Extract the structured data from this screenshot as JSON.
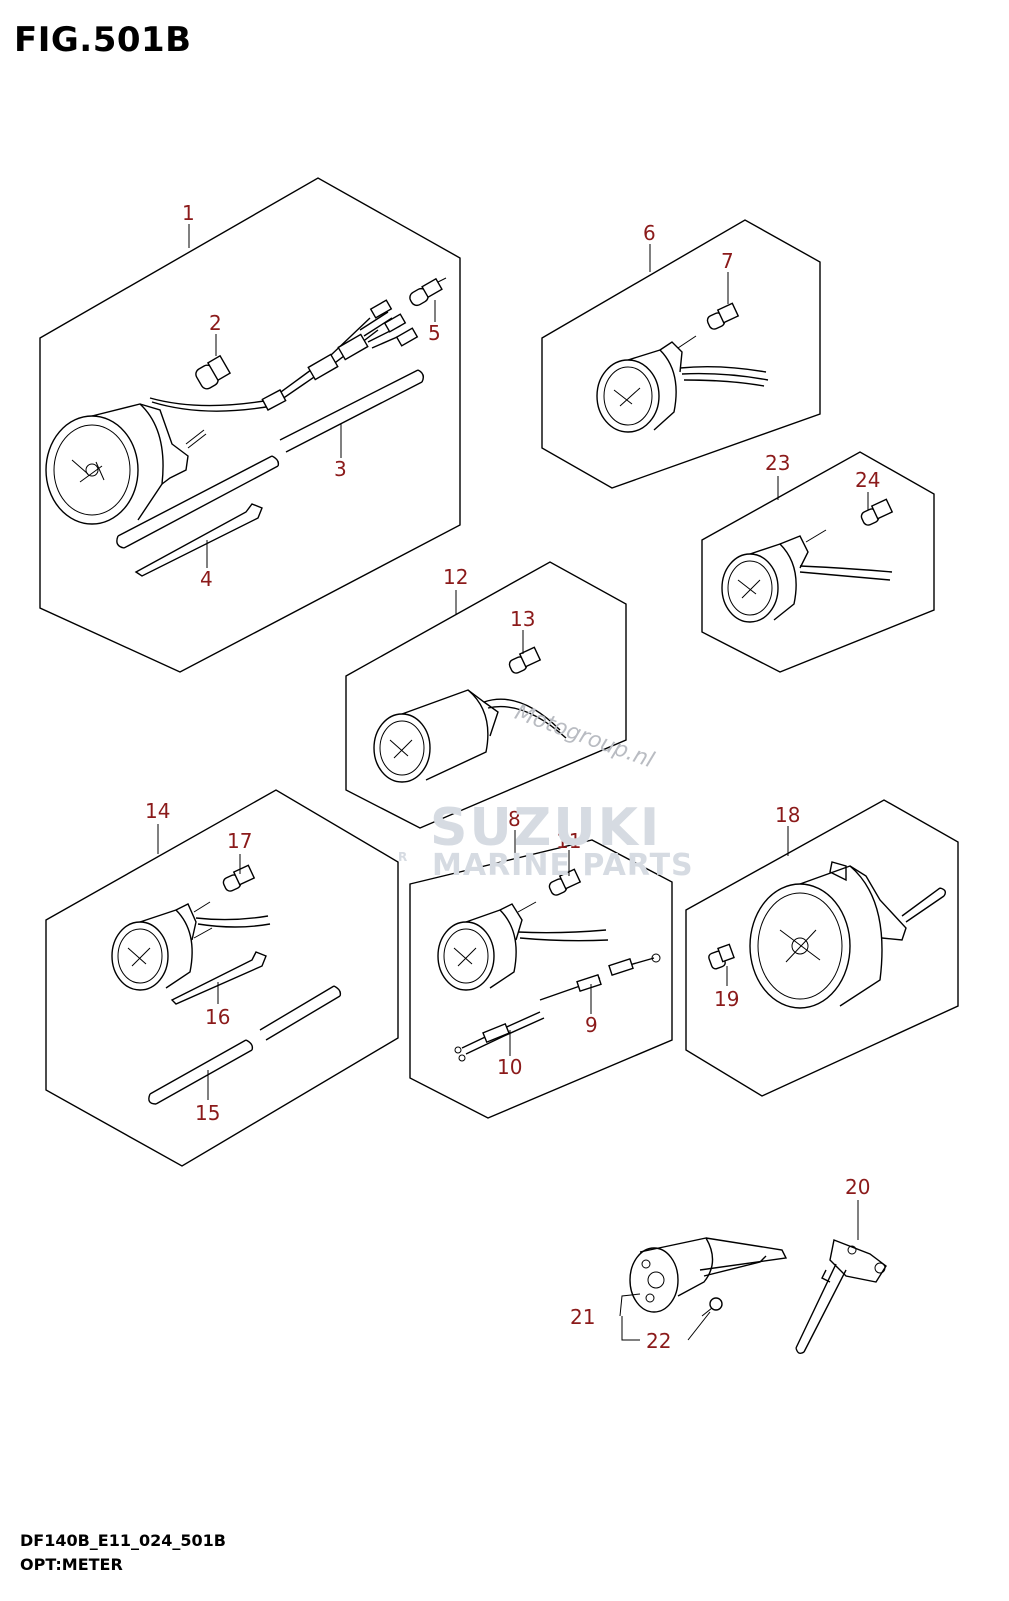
{
  "figure_title": "FIG.501B",
  "watermarks": {
    "site": "Motogroup.nl",
    "brand": "SUZUKI",
    "tagline": "MARINE PARTS",
    "reg": "R"
  },
  "callouts": [
    "1",
    "2",
    "3",
    "4",
    "5",
    "6",
    "7",
    "8",
    "9",
    "10",
    "11",
    "12",
    "13",
    "14",
    "15",
    "16",
    "17",
    "18",
    "19",
    "20",
    "21",
    "22",
    "23",
    "24"
  ],
  "footer": {
    "code": "DF140B_E11_024_501B",
    "name": "OPT:METER"
  }
}
